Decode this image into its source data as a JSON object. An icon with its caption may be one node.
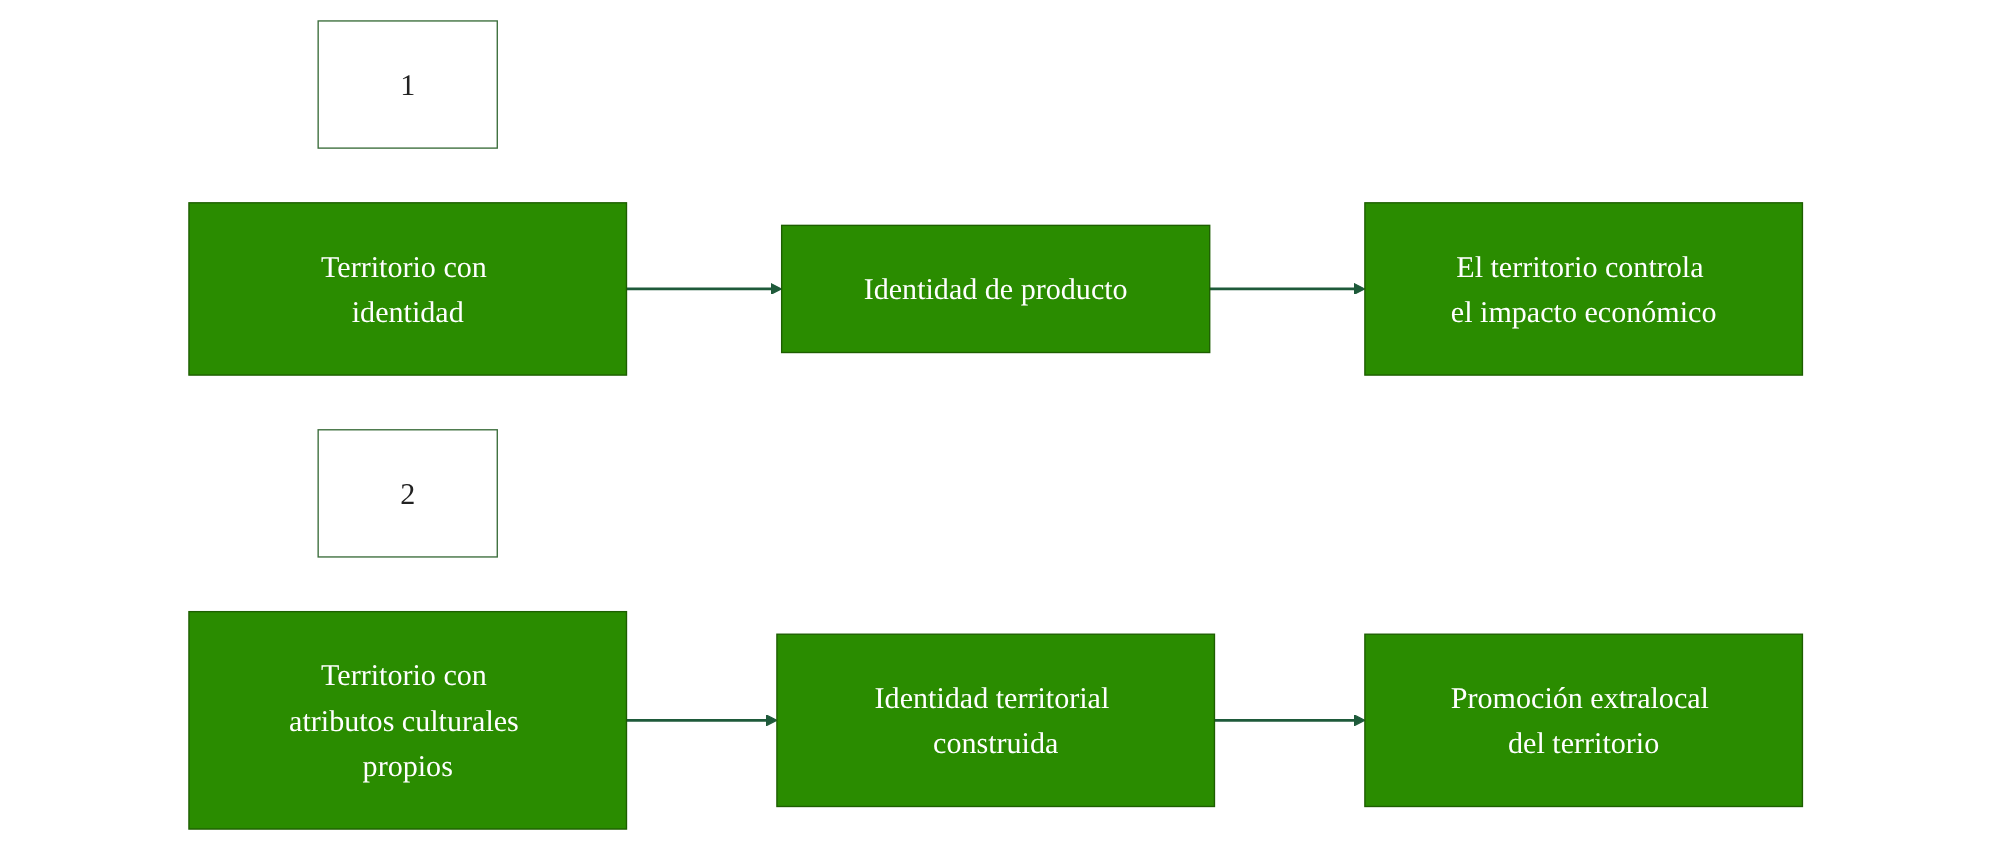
{
  "diagram": {
    "nodes": [
      {
        "text": [
          "1"
        ]
      },
      {
        "text": [
          "Territorio con identidad"
        ]
      },
      {
        "text": [
          "Identidad de producto"
        ]
      },
      {
        "text": [
          "El territorio controla el impacto económico"
        ]
      },
      {
        "text": [
          "2"
        ]
      },
      {
        "text": [
          "Territorio con atributos culturales propios"
        ]
      },
      {
        "text": [
          "Identidad territorial construida"
        ]
      },
      {
        "text": [
          "Promoción extralocal del territorio"
        ]
      }
    ],
    "edges": [
      {
        "from": 1,
        "to": 2,
        "arrow": "to"
      },
      {
        "from": 2,
        "to": 3,
        "arrow": "to"
      },
      {
        "from": 5,
        "to": 6,
        "arrow": "to"
      },
      {
        "from": 6,
        "to": 7,
        "arrow": "to"
      }
    ]
  }
}
